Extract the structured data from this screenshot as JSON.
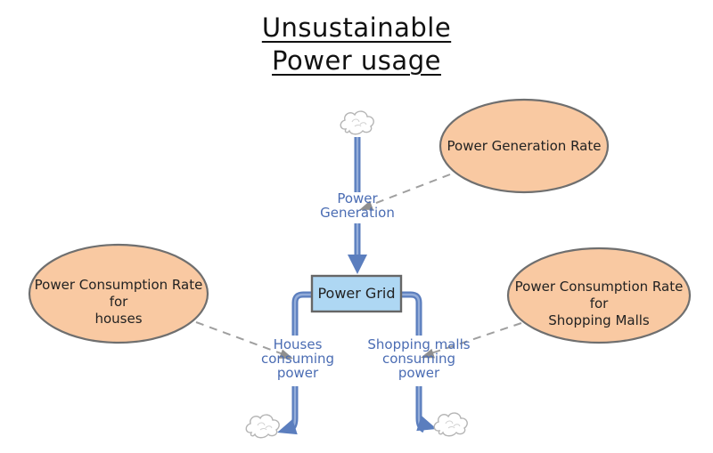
{
  "diagram": {
    "title": {
      "line1": "Unsustainable",
      "line2": "Power usage"
    },
    "stock": {
      "label": "Power Grid"
    },
    "flows": {
      "generation": {
        "lines": [
          "Power",
          "Generation"
        ]
      },
      "houses": {
        "lines": [
          "Houses",
          "consuming",
          "power"
        ]
      },
      "malls": {
        "lines": [
          "Shopping malls",
          "consuming",
          "power"
        ]
      }
    },
    "variables": {
      "generation_rate": {
        "lines": [
          "Power Generation Rate",
          ""
        ]
      },
      "houses_rate": {
        "lines": [
          "Power Consumption Rate for",
          "houses"
        ]
      },
      "malls_rate": {
        "lines": [
          "Power Consumption Rate for",
          "Shopping Malls"
        ]
      }
    },
    "colors": {
      "pipe_blue": "#5b7ebe",
      "pipe_highlight": "#94add9",
      "flow_label_blue": "#4a6cb3",
      "stock_fill": "#aed7f3",
      "stock_border": "#666666",
      "variable_fill": "#f9c9a2",
      "variable_border": "#6f6f6f",
      "dashed_gray": "#9f9f9f",
      "cloud_gray": "#b5b5b5",
      "title_color": "#111111"
    }
  }
}
